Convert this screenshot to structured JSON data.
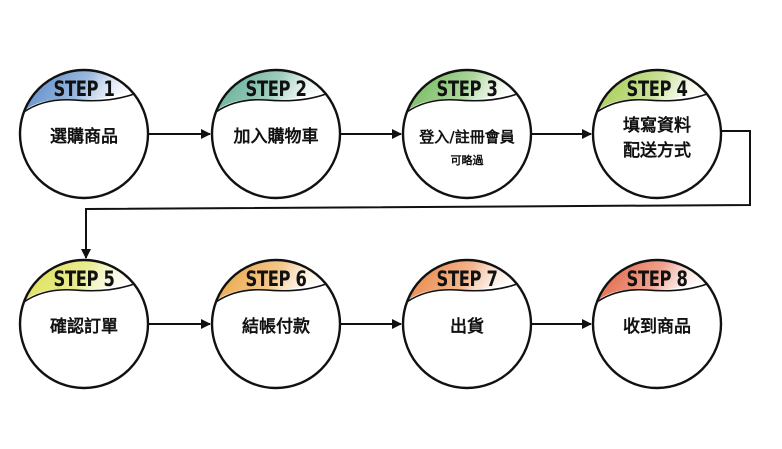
{
  "steps": [
    {
      "step": "STEP 1",
      "lines": [
        "選購商品"
      ],
      "color": "#4a7fc4"
    },
    {
      "step": "STEP 2",
      "lines": [
        "加入購物車"
      ],
      "color": "#4fa58a"
    },
    {
      "step": "STEP 3",
      "lines": [
        "登入/註冊會員"
      ],
      "note": "可略過",
      "color": "#63b247"
    },
    {
      "step": "STEP 4",
      "lines": [
        "填寫資料",
        "配送方式"
      ],
      "color": "#9cc73f"
    },
    {
      "step": "STEP 5",
      "lines": [
        "確認訂單"
      ],
      "color": "#d9dd3e"
    },
    {
      "step": "STEP 6",
      "lines": [
        "結帳付款"
      ],
      "color": "#e99a2d"
    },
    {
      "step": "STEP 7",
      "lines": [
        "出貨"
      ],
      "color": "#e7782f"
    },
    {
      "step": "STEP 8",
      "lines": [
        "收到商品"
      ],
      "color": "#e0532f"
    }
  ]
}
